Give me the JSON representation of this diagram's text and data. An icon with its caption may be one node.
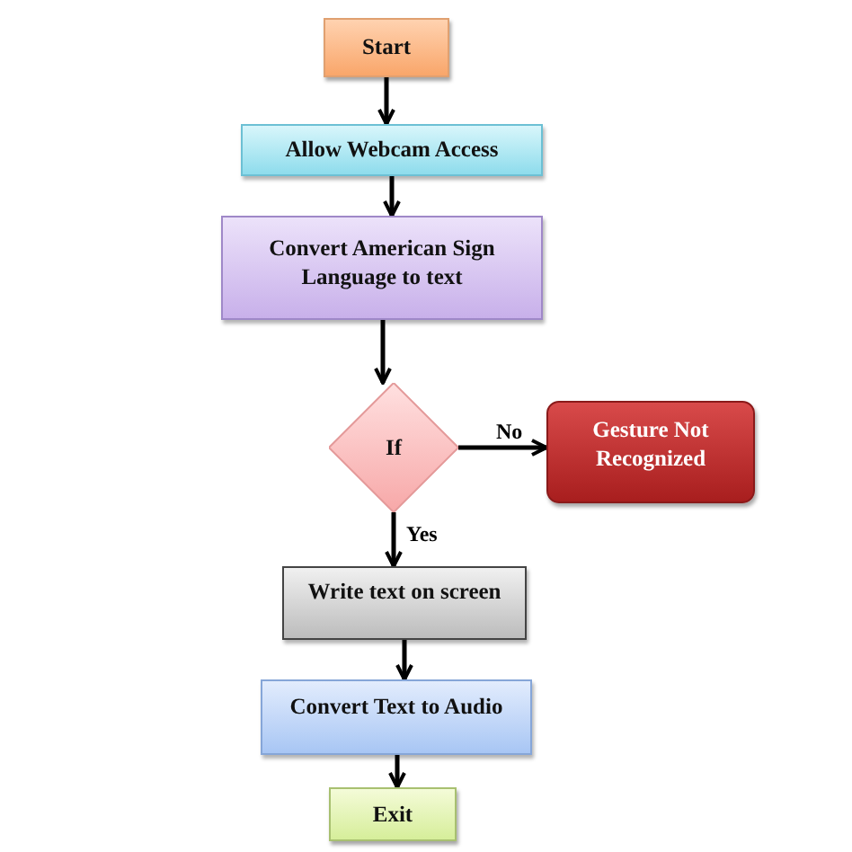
{
  "diagram": {
    "nodes": [
      {
        "text": [
          "Start"
        ]
      },
      {
        "text": [
          "Allow Webcam Access"
        ]
      },
      {
        "text": [
          "Convert American Sign Language to text"
        ]
      },
      {
        "text": [
          "If"
        ]
      },
      {
        "text": [
          "Gesture Not Recognized"
        ]
      },
      {
        "text": [
          "Write text on screen"
        ]
      },
      {
        "text": [
          "Convert Text to Audio"
        ]
      },
      {
        "text": [
          "Exit"
        ]
      }
    ],
    "edges": [
      {
        "from": 0,
        "to": 1,
        "arrow": "to"
      },
      {
        "from": 1,
        "to": 2,
        "arrow": "to"
      },
      {
        "from": 2,
        "to": 3,
        "arrow": "to"
      },
      {
        "from": 3,
        "to": 4,
        "arrow": "to",
        "label": "No"
      },
      {
        "from": 3,
        "to": 5,
        "arrow": "to",
        "label": "Yes"
      },
      {
        "from": 5,
        "to": 6,
        "arrow": "to"
      },
      {
        "from": 6,
        "to": 7,
        "arrow": "to"
      }
    ]
  }
}
